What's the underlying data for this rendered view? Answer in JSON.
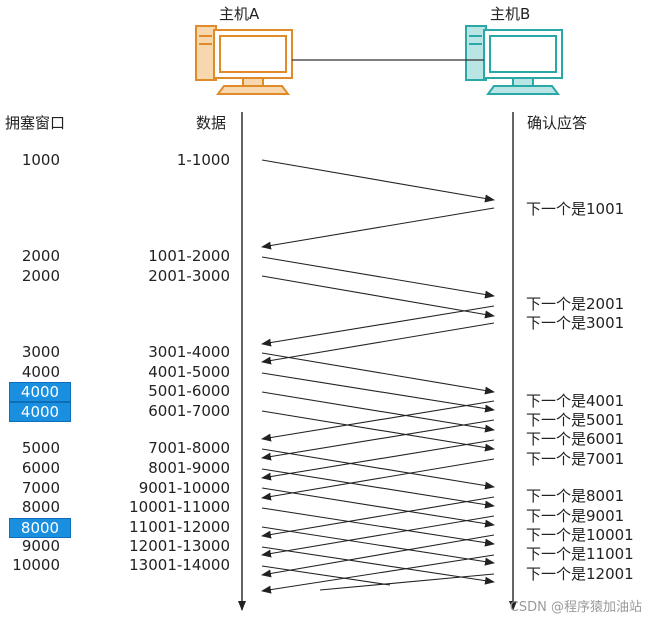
{
  "hostA": {
    "label": "主机A",
    "color": "#e08a2a"
  },
  "hostB": {
    "label": "主机B",
    "color": "#2aa7a7"
  },
  "headers": {
    "window": "拥塞窗口",
    "data": "数据",
    "ack": "确认应答"
  },
  "rows": [
    {
      "window": "1000",
      "data": "1-1000"
    },
    {
      "window": "2000",
      "data": "1001-2000"
    },
    {
      "window": "2000",
      "data": "2001-3000"
    },
    {
      "window": "3000",
      "data": "3001-4000"
    },
    {
      "window": "4000",
      "data": "4001-5000"
    },
    {
      "window": "4000",
      "data": "5001-6000",
      "highlight": true
    },
    {
      "window": "4000",
      "data": "6001-7000",
      "highlight": true
    },
    {
      "window": "5000",
      "data": "7001-8000"
    },
    {
      "window": "6000",
      "data": "8001-9000"
    },
    {
      "window": "7000",
      "data": "9001-10000"
    },
    {
      "window": "8000",
      "data": "10001-11000"
    },
    {
      "window": "8000",
      "data": "11001-12000",
      "highlight": true
    },
    {
      "window": "9000",
      "data": "12001-13000"
    },
    {
      "window": "10000",
      "data": "13001-14000"
    }
  ],
  "acks": [
    "下一个是1001",
    "下一个是2001",
    "下一个是3001",
    "下一个是4001",
    "下一个是5001",
    "下一个是6001",
    "下一个是7001",
    "下一个是8001",
    "下一个是9001",
    "下一个是10001",
    "下一个是11001",
    "下一个是12001"
  ],
  "watermark": "CSDN @程序猿加油站",
  "highlight_color": "#1a8fe0"
}
